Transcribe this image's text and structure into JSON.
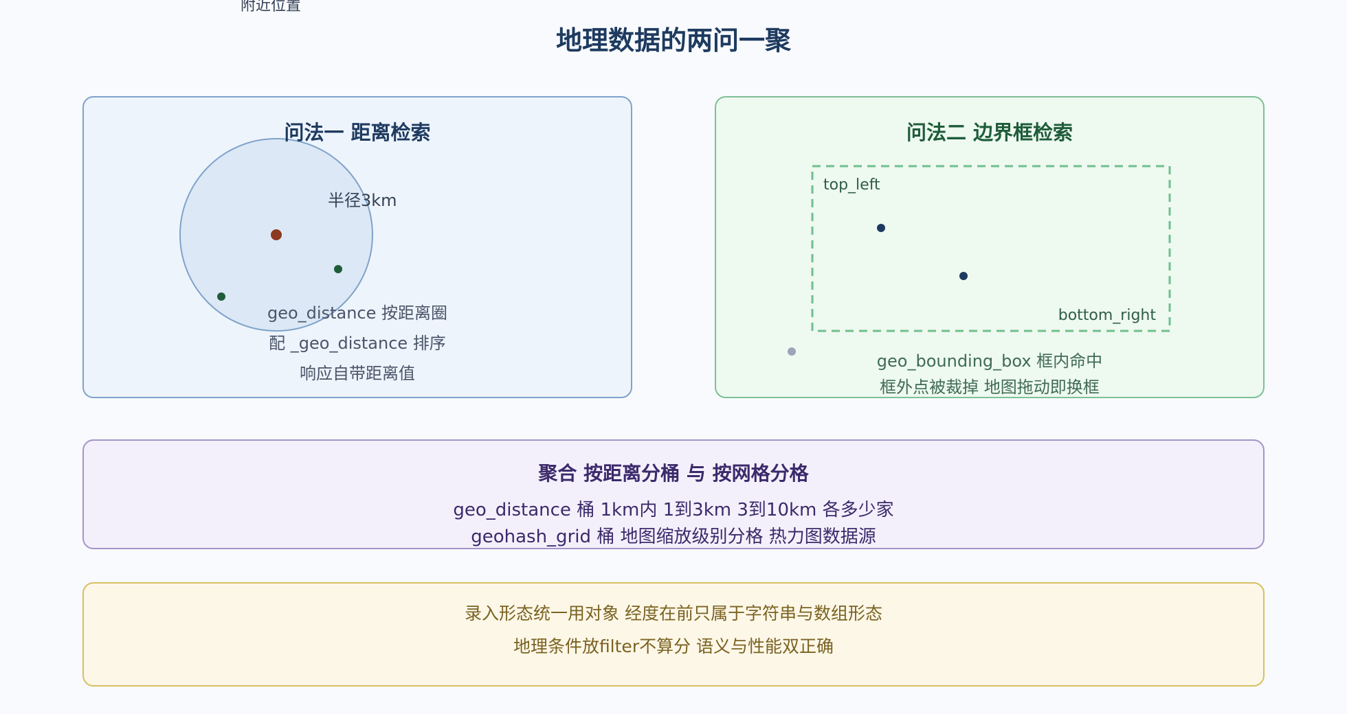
{
  "top_clip_text": "附近位置",
  "title": "地理数据的两问一聚",
  "distance_panel": {
    "title": "问法一 距离检索",
    "radius_label": "半径3km",
    "lines": [
      "geo_distance 按距离圈",
      "配 _geo_distance 排序",
      "响应自带距离值"
    ]
  },
  "bbox_panel": {
    "title": "问法二 边界框检索",
    "top_left_label": "top_left",
    "bottom_right_label": "bottom_right",
    "lines": [
      "geo_bounding_box 框内命中",
      "框外点被裁掉 地图拖动即换框"
    ]
  },
  "agg_panel": {
    "title": "聚合 按距离分桶 与 按网格分格",
    "lines": [
      "geo_distance 桶 1km内 1到3km 3到10km 各多少家",
      "geohash_grid 桶 地图缩放级别分格 热力图数据源"
    ]
  },
  "note_panel": {
    "lines": [
      "录入形态统一用对象 经度在前只属于字符串与数组形态",
      "地理条件放filter不算分 语义与性能双正确"
    ]
  },
  "colors": {
    "title": "#1e3a5f",
    "distance_title": "#1e3a5f",
    "bbox_title": "#1f5c3a",
    "agg_title": "#3b2a6b",
    "note_text": "#7a6220",
    "circle_fill": "#dde8f6",
    "circle_stroke": "#7ea3c9",
    "center_point": "#8b3a1f",
    "inside_point": "#1f5c3a",
    "bbox_point": "#1e3a5f",
    "outside_point": "#9aa5b8",
    "bbox_stroke": "#6fbf8e"
  }
}
